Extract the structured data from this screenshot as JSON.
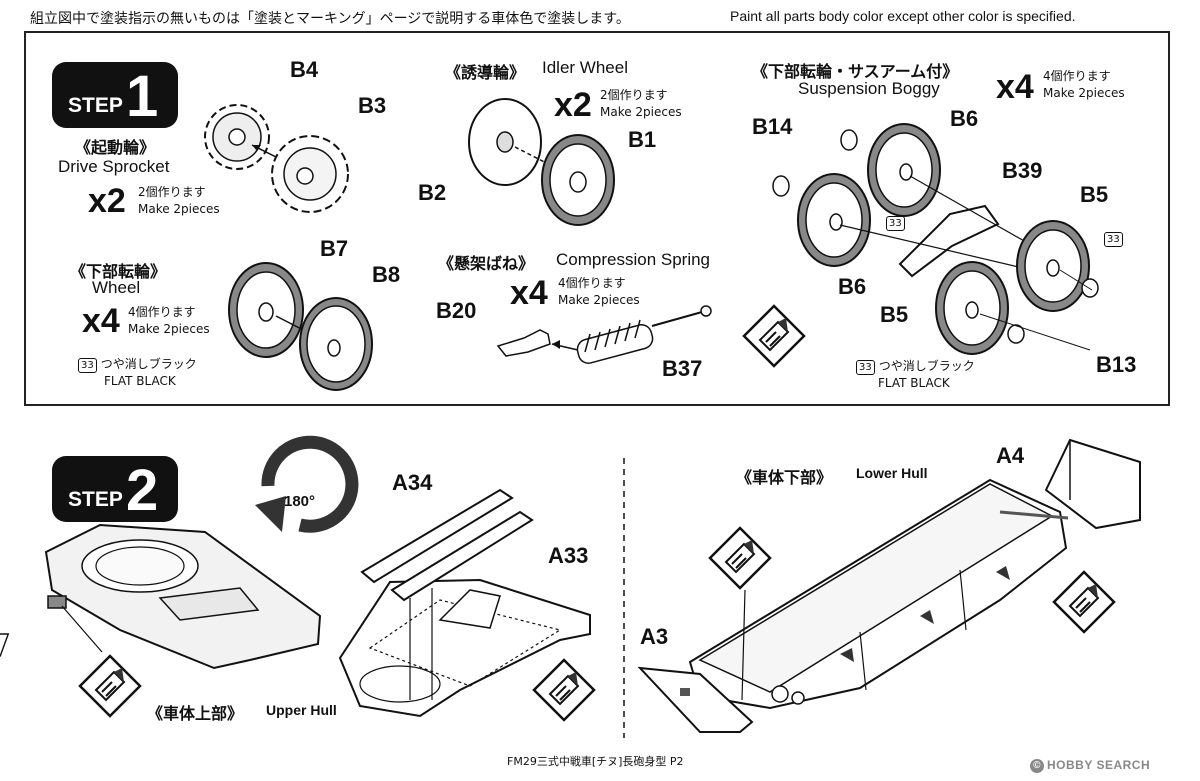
{
  "header": {
    "note_jp": "組立図中で塗装指示の無いものは「塗装とマーキング」ページで説明する車体色で塗装します。",
    "note_en": "Paint all parts body color except other color is specified."
  },
  "step1": {
    "badge_word": "STEP",
    "badge_num": "1",
    "drive_sprocket": {
      "title_jp": "《起動輪》",
      "title_en": "Drive Sprocket",
      "qty": "x2",
      "qty_jp": "2個作ります",
      "qty_en": "Make 2pieces",
      "parts": [
        "B4",
        "B3"
      ]
    },
    "idler_wheel": {
      "title_jp": "《誘導輪》",
      "title_en": "Idler Wheel",
      "qty": "x2",
      "qty_jp": "2個作ります",
      "qty_en": "Make 2pieces",
      "parts": [
        "B1",
        "B2"
      ]
    },
    "boggy": {
      "title_jp": "《下部転輪・サスアーム付》",
      "title_en": "Suspension Boggy",
      "qty": "x4",
      "qty_jp": "4個作ります",
      "qty_en": "Make 2pieces",
      "parts": [
        "B14",
        "B6",
        "B39",
        "B5",
        "B6",
        "B5",
        "B13"
      ],
      "paint_code_a": "33",
      "paint_code_b": "33",
      "paint_jp": "つや消しブラック",
      "paint_en": "FLAT BLACK"
    },
    "wheel": {
      "title_jp": "《下部転輪》",
      "title_en": "Wheel",
      "qty": "x4",
      "qty_jp": "4個作ります",
      "qty_en": "Make 2pieces",
      "parts": [
        "B7",
        "B8"
      ],
      "paint_code": "33",
      "paint_jp": "つや消しブラック",
      "paint_en": "FLAT BLACK"
    },
    "spring": {
      "title_jp": "《懸架ばね》",
      "title_en": "Compression Spring",
      "qty": "x4",
      "qty_jp": "4個作ります",
      "qty_en": "Make 2pieces",
      "parts": [
        "B20",
        "B37"
      ]
    }
  },
  "step2": {
    "badge_word": "STEP",
    "badge_num": "2",
    "rotate": "180°",
    "upper_hull": {
      "title_jp": "《車体上部》",
      "title_en": "Upper Hull"
    },
    "lower_hull": {
      "title_jp": "《車体下部》",
      "title_en": "Lower Hull"
    },
    "parts": [
      "A34",
      "A33",
      "A4",
      "A3"
    ]
  },
  "footer": {
    "text": "FM29三式中戦車[チヌ]長砲身型 P2"
  },
  "watermark": {
    "text": "HOBBY SEARCH",
    "glyph": "©"
  }
}
